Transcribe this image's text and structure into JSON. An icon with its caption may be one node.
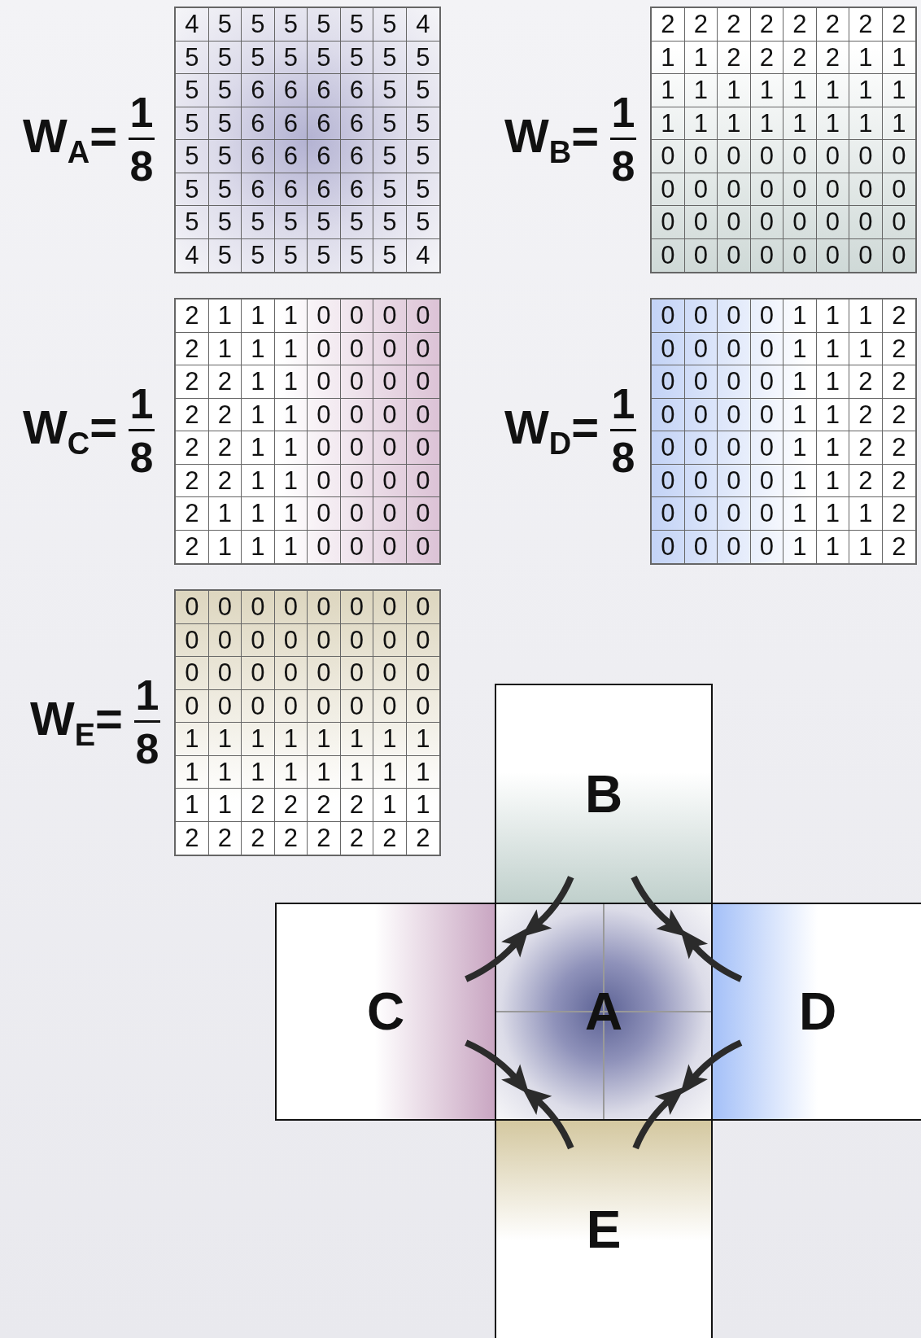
{
  "diagram": {
    "nodes": [
      {
        "text": [
          "B"
        ]
      },
      {
        "text": [
          "C"
        ]
      },
      {
        "text": [
          "A"
        ]
      },
      {
        "text": [
          "D"
        ]
      },
      {
        "text": [
          "E"
        ]
      }
    ],
    "edges": [
      {
        "from": 0,
        "to": 2,
        "arrow": "to"
      },
      {
        "from": 0,
        "to": 2,
        "arrow": "to"
      },
      {
        "from": 1,
        "to": 2,
        "arrow": "to"
      },
      {
        "from": 1,
        "to": 2,
        "arrow": "to"
      },
      {
        "from": 3,
        "to": 2,
        "arrow": "to"
      },
      {
        "from": 3,
        "to": 2,
        "arrow": "to"
      },
      {
        "from": 4,
        "to": 2,
        "arrow": "to"
      },
      {
        "from": 4,
        "to": 2,
        "arrow": "to"
      }
    ],
    "labels": [
      "W$_{A}$=",
      "1",
      "8",
      "4",
      "5",
      "5",
      "5",
      "5",
      "5",
      "5",
      "4",
      "5",
      "5",
      "5",
      "5",
      "5",
      "5",
      "5",
      "5",
      "5",
      "5",
      "6",
      "6",
      "6",
      "6",
      "5",
      "5",
      "5",
      "5",
      "6",
      "6",
      "6",
      "6",
      "5",
      "5",
      "5",
      "5",
      "6",
      "6",
      "6",
      "6",
      "5",
      "5",
      "5",
      "5",
      "6",
      "6",
      "6",
      "6",
      "5",
      "5",
      "5",
      "5",
      "5",
      "5",
      "5",
      "5",
      "5",
      "5",
      "4",
      "5",
      "5",
      "5",
      "5",
      "5",
      "5",
      "4",
      "W$_{B}$=",
      "1",
      "8",
      "2",
      "2",
      "2",
      "2",
      "2",
      "2",
      "2",
      "2",
      "1",
      "1",
      "2",
      "2",
      "2",
      "2",
      "1",
      "1",
      "1",
      "1",
      "1",
      "1",
      "1",
      "1",
      "1",
      "1",
      "1",
      "1",
      "1",
      "1",
      "1",
      "1",
      "1",
      "1",
      "0",
      "0",
      "0",
      "0",
      "0",
      "0",
      "0",
      "0",
      "0",
      "0",
      "0",
      "0",
      "0",
      "0",
      "0",
      "0",
      "0",
      "0",
      "0",
      "0",
      "0",
      "0",
      "0",
      "0",
      "0",
      "0",
      "0",
      "0",
      "0",
      "0",
      "0",
      "0",
      "W$_{C}$=",
      "1",
      "8",
      "2",
      "1",
      "1",
      "1",
      "0",
      "0",
      "0",
      "0",
      "2",
      "1",
      "1",
      "1",
      "0",
      "0",
      "0",
      "0",
      "2",
      "2",
      "1",
      "1",
      "0",
      "0",
      "0",
      "0",
      "2",
      "2",
      "1",
      "1",
      "0",
      "0",
      "0",
      "0",
      "2",
      "2",
      "1",
      "1",
      "0",
      "0",
      "0",
      "0",
      "2",
      "2",
      "1",
      "1",
      "0",
      "0",
      "0",
      "0",
      "2",
      "1",
      "1",
      "1",
      "0",
      "0",
      "0",
      "0",
      "2",
      "1",
      "1",
      "1",
      "0",
      "0",
      "0",
      "0",
      "W$_{D}$=",
      "1",
      "8",
      "0",
      "0",
      "0",
      "0",
      "1",
      "1",
      "1",
      "2",
      "0",
      "0",
      "0",
      "0",
      "1",
      "1",
      "1",
      "2",
      "0",
      "0",
      "0",
      "0",
      "1",
      "1",
      "2",
      "2",
      "0",
      "0",
      "0",
      "0",
      "1",
      "1",
      "2",
      "2",
      "0",
      "0",
      "0",
      "0",
      "1",
      "1",
      "2",
      "2",
      "0",
      "0",
      "0",
      "0",
      "1",
      "1",
      "2",
      "2",
      "0",
      "0",
      "0",
      "0",
      "1",
      "1",
      "1",
      "2",
      "0",
      "0",
      "0",
      "0",
      "1",
      "1",
      "1",
      "2",
      "W$_{E}$=",
      "1",
      "8",
      "0",
      "0",
      "0",
      "0",
      "0",
      "0",
      "0",
      "0",
      "0",
      "0",
      "0",
      "0",
      "0",
      "0",
      "0",
      "0",
      "0",
      "0",
      "0",
      "0",
      "0",
      "0",
      "0",
      "0",
      "0",
      "0",
      "0",
      "0",
      "0",
      "0",
      "0",
      "0",
      "1",
      "1",
      "1",
      "1",
      "1",
      "1",
      "1",
      "1",
      "1",
      "1",
      "1",
      "1",
      "1",
      "1",
      "1",
      "1",
      "1",
      "1",
      "2",
      "2",
      "2",
      "2",
      "1",
      "1",
      "2",
      "2",
      "2",
      "2",
      "2",
      "2",
      "2",
      "2"
    ]
  }
}
